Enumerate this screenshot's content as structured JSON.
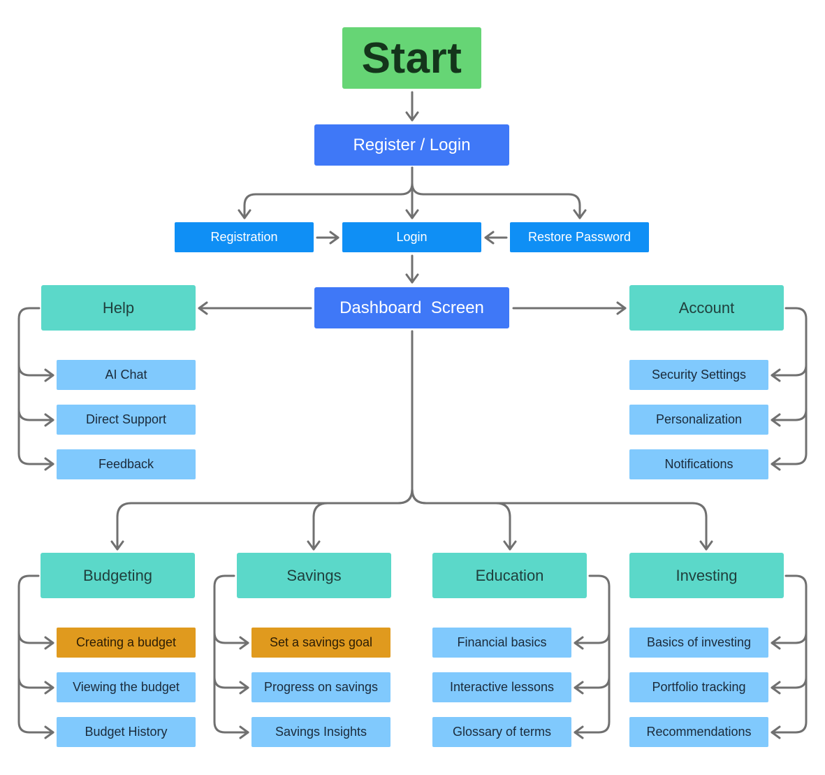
{
  "start": {
    "label": "Start"
  },
  "auth": {
    "title": "Register / Login",
    "registration": "Registration",
    "login": "Login",
    "restore_password": "Restore Password"
  },
  "dashboard": {
    "label": "Dashboard  Screen"
  },
  "help": {
    "title": "Help",
    "items": [
      "AI Chat",
      "Direct Support",
      "Feedback"
    ]
  },
  "account": {
    "title": "Account",
    "items": [
      "Security Settings",
      "Personalization",
      "Notifications"
    ]
  },
  "budgeting": {
    "title": "Budgeting",
    "items": [
      "Creating a budget",
      "Viewing the budget",
      "Budget History"
    ]
  },
  "savings": {
    "title": "Savings",
    "items": [
      "Set a savings goal",
      "Progress on savings",
      "Savings Insights"
    ]
  },
  "education": {
    "title": "Education",
    "items": [
      "Financial basics",
      "Interactive lessons",
      "Glossary of terms"
    ]
  },
  "investing": {
    "title": "Investing",
    "items": [
      "Basics of investing",
      "Portfolio tracking",
      "Recommendations"
    ]
  },
  "colors": {
    "start": "#66d575",
    "primary": "#3f78f7",
    "secondary": "#0f8ff5",
    "category": "#5bd8c9",
    "item": "#80c9fd",
    "highlight": "#e09a1e",
    "connector": "#707070"
  }
}
